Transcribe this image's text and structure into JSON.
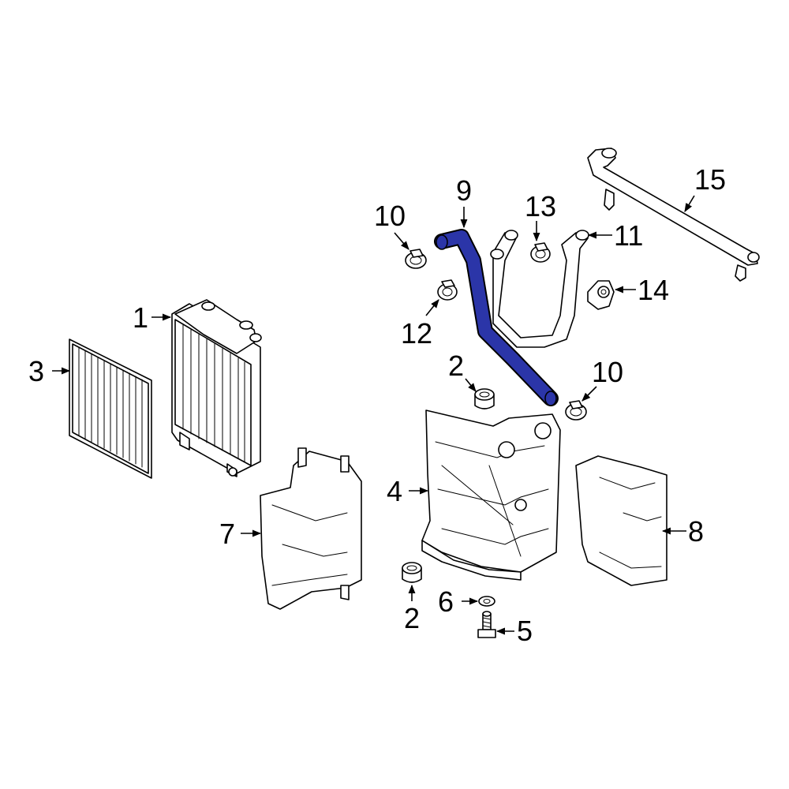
{
  "diagram": {
    "highlight_color": "#2b35a8",
    "callouts": [
      {
        "id": "c1",
        "text": "1"
      },
      {
        "id": "c2a",
        "text": "2"
      },
      {
        "id": "c2b",
        "text": "2"
      },
      {
        "id": "c3",
        "text": "3"
      },
      {
        "id": "c4",
        "text": "4"
      },
      {
        "id": "c5",
        "text": "5"
      },
      {
        "id": "c6",
        "text": "6"
      },
      {
        "id": "c7",
        "text": "7"
      },
      {
        "id": "c8",
        "text": "8"
      },
      {
        "id": "c9",
        "text": "9"
      },
      {
        "id": "c10a",
        "text": "10"
      },
      {
        "id": "c10b",
        "text": "10"
      },
      {
        "id": "c11",
        "text": "11"
      },
      {
        "id": "c12",
        "text": "12"
      },
      {
        "id": "c13",
        "text": "13"
      },
      {
        "id": "c14",
        "text": "14"
      },
      {
        "id": "c15",
        "text": "15"
      }
    ]
  }
}
